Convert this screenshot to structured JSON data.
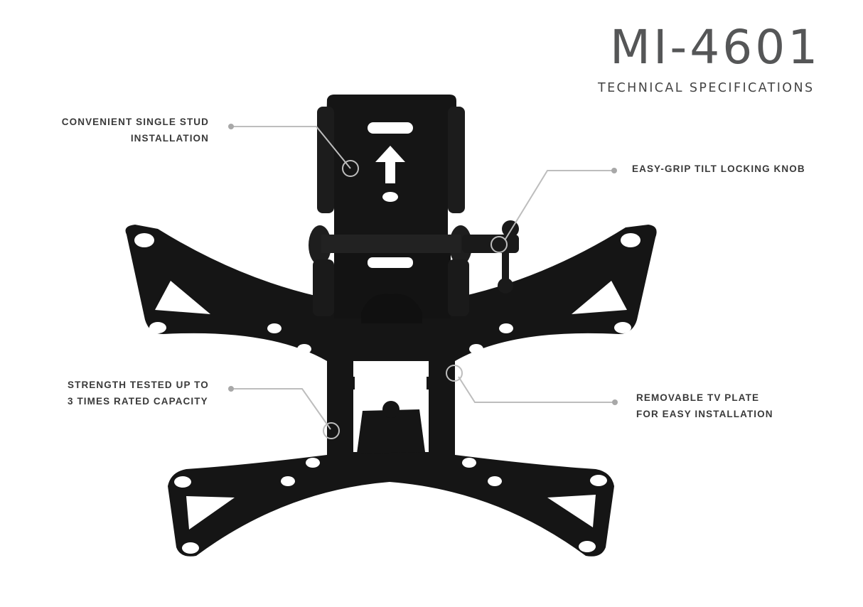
{
  "header": {
    "model": "MI-4601",
    "subtitle": "TECHNICAL SPECIFICATIONS"
  },
  "callouts": [
    {
      "id": "single-stud",
      "lines": [
        "CONVENIENT SINGLE STUD",
        "INSTALLATION"
      ],
      "align": "right"
    },
    {
      "id": "tilt-knob",
      "lines": [
        "EASY-GRIP TILT LOCKING KNOB"
      ],
      "align": "left"
    },
    {
      "id": "strength",
      "lines": [
        "STRENGTH TESTED UP TO",
        "3 TIMES RATED CAPACITY"
      ],
      "align": "left"
    },
    {
      "id": "removable-plate",
      "lines": [
        "REMOVABLE TV PLATE",
        "FOR EASY INSTALLATION"
      ],
      "align": "left"
    }
  ],
  "colors": {
    "title": "#555657",
    "label": "#3a3a3a",
    "leader_line": "#bdbdbd",
    "mount": "#151515",
    "background": "#ffffff"
  }
}
